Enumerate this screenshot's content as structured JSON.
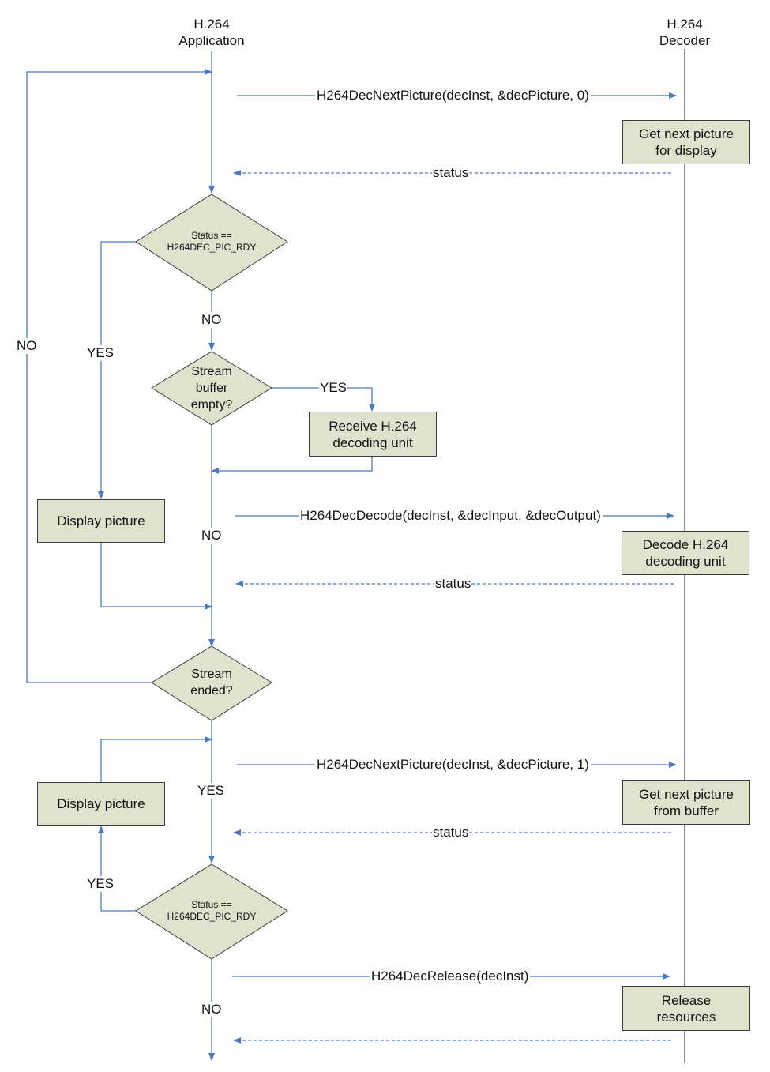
{
  "lanes": {
    "application": "H.264\nApplication",
    "decoder": "H.264\nDecoder"
  },
  "messages": {
    "next_picture_0": "H264DecNextPicture(decInst, &decPicture, 0)",
    "decode": "H264DecDecode(decInst, &decInput, &decOutput)",
    "next_picture_1": "H264DecNextPicture(decInst, &decPicture, 1)",
    "release": "H264DecRelease(decInst)",
    "status": "status"
  },
  "decoder_boxes": {
    "get_next_display": "Get next picture\nfor display",
    "decode_unit": "Decode H.264\ndecoding unit",
    "get_next_buffer": "Get next picture\nfrom buffer",
    "release_resources": "Release\nresources"
  },
  "app_boxes": {
    "receive_unit": "Receive H.264\ndecoding unit",
    "display_picture": "Display picture"
  },
  "decisions": {
    "status_pic_rdy": "Status ==\nH264DEC_PIC_RDY",
    "stream_buffer_empty": "Stream\nbuffer\nempty?",
    "stream_ended": "Stream\nended?"
  },
  "labels": {
    "yes": "YES",
    "no": "NO"
  },
  "colors": {
    "line": "#4a78c2",
    "box_fill": "#dfe3cd",
    "box_border": "#3c3c3c"
  }
}
